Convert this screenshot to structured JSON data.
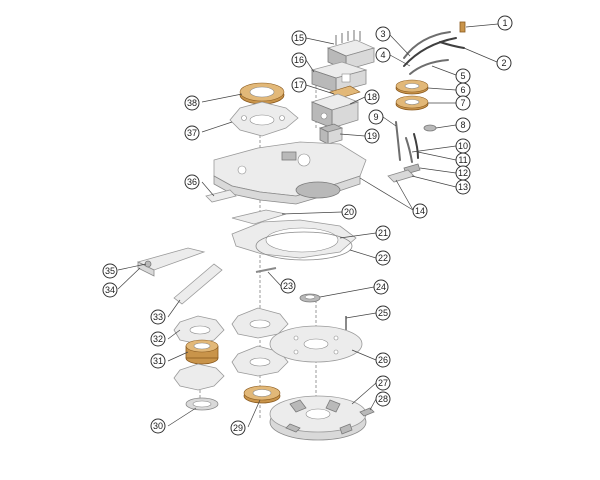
{
  "callouts": [
    {
      "id": "c1",
      "label": "1"
    },
    {
      "id": "c2",
      "label": "2"
    },
    {
      "id": "c3",
      "label": "3"
    },
    {
      "id": "c4",
      "label": "4"
    },
    {
      "id": "c5",
      "label": "5"
    },
    {
      "id": "c6",
      "label": "6"
    },
    {
      "id": "c7",
      "label": "7"
    },
    {
      "id": "c8",
      "label": "8"
    },
    {
      "id": "c9",
      "label": "9"
    },
    {
      "id": "c10",
      "label": "10"
    },
    {
      "id": "c11",
      "label": "11"
    },
    {
      "id": "c12",
      "label": "12"
    },
    {
      "id": "c13",
      "label": "13"
    },
    {
      "id": "c14",
      "label": "14"
    },
    {
      "id": "c15",
      "label": "15"
    },
    {
      "id": "c16",
      "label": "16"
    },
    {
      "id": "c17",
      "label": "17"
    },
    {
      "id": "c18",
      "label": "18"
    },
    {
      "id": "c19",
      "label": "19"
    },
    {
      "id": "c20",
      "label": "20"
    },
    {
      "id": "c21",
      "label": "21"
    },
    {
      "id": "c22",
      "label": "22"
    },
    {
      "id": "c23",
      "label": "23"
    },
    {
      "id": "c24",
      "label": "24"
    },
    {
      "id": "c25",
      "label": "25"
    },
    {
      "id": "c26",
      "label": "26"
    },
    {
      "id": "c27",
      "label": "27"
    },
    {
      "id": "c28",
      "label": "28"
    },
    {
      "id": "c29",
      "label": "29"
    },
    {
      "id": "c30",
      "label": "30"
    },
    {
      "id": "c31",
      "label": "31"
    },
    {
      "id": "c32",
      "label": "32"
    },
    {
      "id": "c33",
      "label": "33"
    },
    {
      "id": "c34",
      "label": "34"
    },
    {
      "id": "c35",
      "label": "35"
    },
    {
      "id": "c36",
      "label": "36"
    },
    {
      "id": "c37",
      "label": "37"
    },
    {
      "id": "c38",
      "label": "38"
    }
  ]
}
